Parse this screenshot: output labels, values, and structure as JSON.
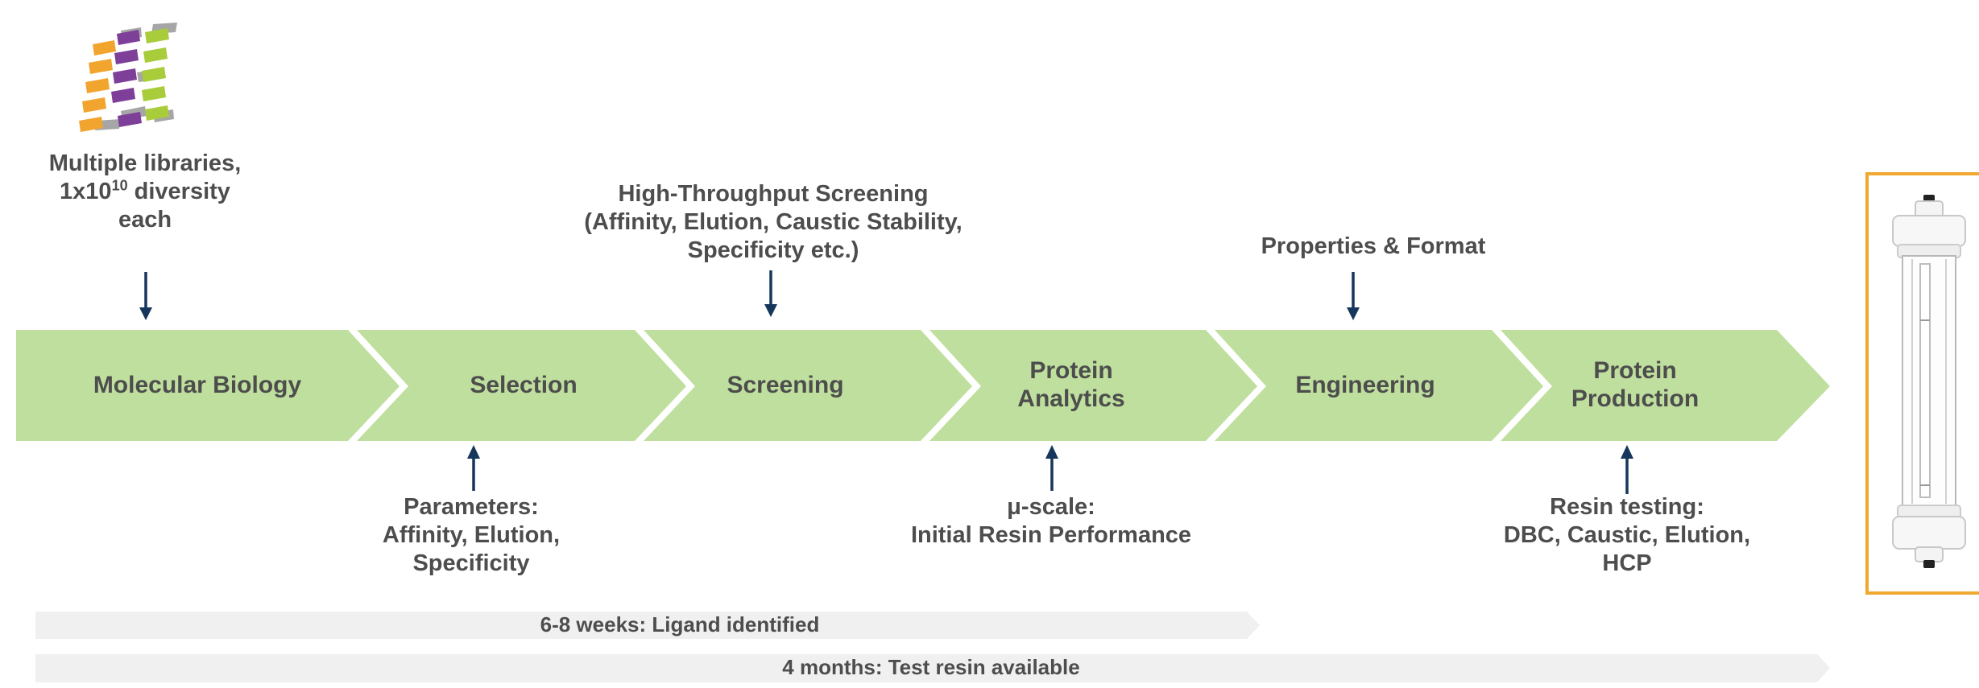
{
  "library": {
    "line1": "Multiple libraries,",
    "line2_prefix": "1x10",
    "line2_sup": "10",
    "line2_suffix": " diversity",
    "line3": "each",
    "icon": "protein-helix-icon"
  },
  "top_labels": {
    "screening": [
      "High-Throughput Screening",
      "(Affinity, Elution, Caustic Stability,",
      "Specificity etc.)"
    ],
    "engineering": [
      "Properties & Format"
    ]
  },
  "steps": [
    {
      "lines": [
        "Molecular Biology"
      ]
    },
    {
      "lines": [
        "Selection"
      ]
    },
    {
      "lines": [
        "Screening"
      ]
    },
    {
      "lines": [
        "Protein",
        "Analytics"
      ]
    },
    {
      "lines": [
        "Engineering"
      ]
    },
    {
      "lines": [
        "Protein",
        "Production"
      ]
    }
  ],
  "bottom_labels": {
    "selection": [
      "Parameters:",
      "Affinity, Elution,",
      "Specificity"
    ],
    "analytics": [
      "μ-scale:",
      "Initial Resin Performance"
    ],
    "production": [
      "Resin testing:",
      "DBC, Caustic, Elution,",
      "HCP"
    ]
  },
  "timelines": [
    {
      "label": "6-8 weeks: Ligand identified"
    },
    {
      "label": "4 months: Test resin available"
    }
  ],
  "colors": {
    "chevron": "#bfdf9e",
    "arrow": "#16365c",
    "timebar": "#f0f0f0",
    "column_border": "#f0a830",
    "text": "#4d4d4d"
  },
  "column_icon": "chromatography-column-icon"
}
